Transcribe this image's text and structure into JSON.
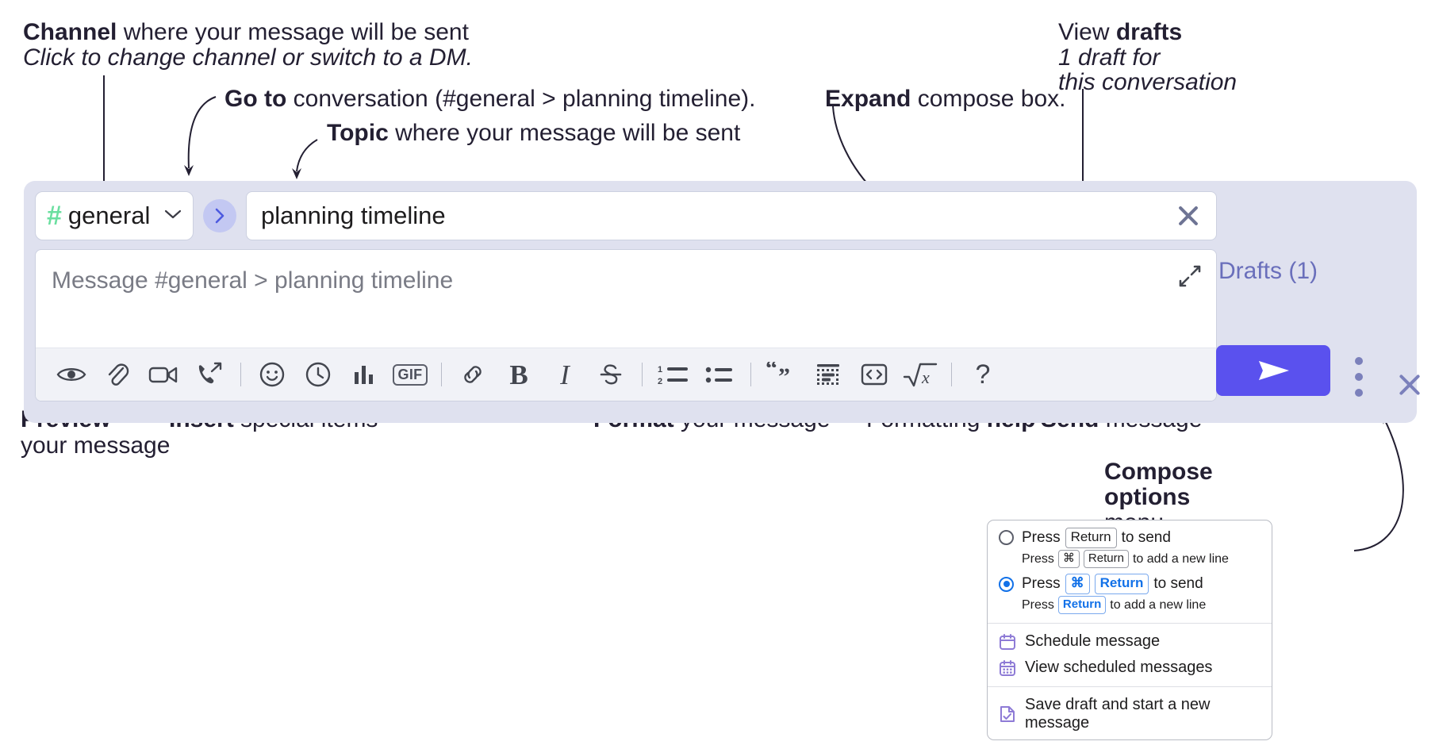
{
  "annotations": {
    "channel": {
      "bold": "Channel",
      "rest": " where your message will be sent",
      "italic": "Click to change channel or switch to a DM."
    },
    "goto": {
      "bold": "Go to",
      "rest": " conversation (#general > planning timeline)."
    },
    "topic": {
      "bold": "Topic",
      "rest": " where your message will be sent"
    },
    "expand": {
      "bold": "Expand",
      "rest": " compose box."
    },
    "drafts": {
      "plain": "View ",
      "bold": "drafts",
      "italic1": "1 draft for",
      "italic2": "this conversation"
    },
    "preview": {
      "bold": "Preview",
      "line2": "your message"
    },
    "insert": {
      "bold": "Insert",
      "rest": " special items"
    },
    "format": {
      "bold": "Format",
      "rest": " your message"
    },
    "formatting_help": {
      "plain": "Formatting ",
      "bold": "help"
    },
    "send": {
      "bold": "Send",
      "rest": " message"
    },
    "compose_options": {
      "bold1": "Compose",
      "bold2": "options",
      "plain": "menu"
    }
  },
  "compose": {
    "channel_name": "general",
    "channel_hash": "#",
    "chevron": "chevron-down",
    "goto_arrow": "chevron-right",
    "topic_value": "planning timeline",
    "topic_clear": "close-icon",
    "message_placeholder": "Message #general > planning timeline",
    "expand_icon": "expand-icon",
    "drafts_label": "Drafts (1)",
    "send_icon": "paper-plane",
    "kebab": "more-options",
    "close": "close-icon",
    "toolbar": [
      {
        "name": "preview-button",
        "icon": "eye",
        "group": "insert"
      },
      {
        "name": "attach-file-button",
        "icon": "paperclip",
        "group": "insert"
      },
      {
        "name": "video-clip-button",
        "icon": "video-camera",
        "group": "insert"
      },
      {
        "name": "audio-clip-button",
        "icon": "phone-forward",
        "group": "insert"
      },
      {
        "name": "separator-1",
        "icon": "divider",
        "group": "sep"
      },
      {
        "name": "emoji-button",
        "icon": "smiley",
        "group": "insert"
      },
      {
        "name": "recent-button",
        "icon": "clock",
        "group": "insert"
      },
      {
        "name": "poll-button",
        "icon": "bar-chart",
        "group": "insert"
      },
      {
        "name": "gif-button",
        "icon": "gif",
        "label": "GIF",
        "group": "insert"
      },
      {
        "name": "separator-2",
        "icon": "divider",
        "group": "sep"
      },
      {
        "name": "link-button",
        "icon": "link",
        "group": "format"
      },
      {
        "name": "bold-button",
        "icon": "bold",
        "label": "B",
        "group": "format"
      },
      {
        "name": "italic-button",
        "icon": "italic",
        "label": "I",
        "group": "format"
      },
      {
        "name": "strikethrough-button",
        "icon": "strikethrough",
        "group": "format"
      },
      {
        "name": "separator-3",
        "icon": "divider",
        "group": "sep"
      },
      {
        "name": "ordered-list-button",
        "icon": "ordered-list",
        "group": "format"
      },
      {
        "name": "bulleted-list-button",
        "icon": "bulleted-list",
        "group": "format"
      },
      {
        "name": "separator-4",
        "icon": "divider",
        "group": "sep"
      },
      {
        "name": "blockquote-button",
        "icon": "quote",
        "group": "format"
      },
      {
        "name": "code-block-button",
        "icon": "code-block",
        "group": "format"
      },
      {
        "name": "code-button",
        "icon": "code",
        "group": "format"
      },
      {
        "name": "math-button",
        "icon": "square-root",
        "group": "format"
      },
      {
        "name": "separator-5",
        "icon": "divider",
        "group": "sep"
      },
      {
        "name": "formatting-help-button",
        "icon": "question-mark",
        "label": "?",
        "group": "help"
      }
    ]
  },
  "menu": {
    "options": [
      {
        "selected": false,
        "main_pre": "Press",
        "main_keys": [
          "Return"
        ],
        "main_post": "to send",
        "sub_pre": "Press",
        "sub_keys": [
          "⌘",
          "Return"
        ],
        "sub_post": "to add a new line"
      },
      {
        "selected": true,
        "main_pre": "Press",
        "main_keys": [
          "⌘",
          "Return"
        ],
        "main_post": "to send",
        "sub_pre": "Press",
        "sub_keys": [
          "Return"
        ],
        "sub_post": "to add a new line"
      }
    ],
    "items": [
      {
        "icon": "calendar-icon",
        "label": "Schedule message"
      },
      {
        "icon": "calendar-grid-icon",
        "label": "View scheduled messages"
      },
      {
        "icon": "save-draft-icon",
        "label": "Save draft and start a new message",
        "divider_before": true
      }
    ]
  },
  "colors": {
    "compose_bg": "#dfe1ef",
    "send_button": "#5a51ee",
    "accent_purple": "#6a6fbb",
    "hash_green": "#6bdfa0",
    "goto_bg": "#c3c8f2",
    "radio_blue": "#1271e8",
    "menu_icon": "#8e7bd6"
  }
}
